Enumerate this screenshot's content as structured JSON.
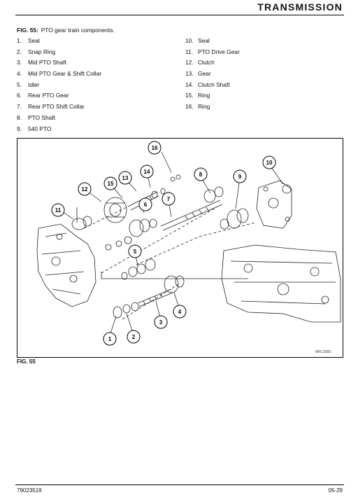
{
  "header": {
    "title": "TRANSMISSION"
  },
  "figure": {
    "caption_label": "FIG. 55:",
    "caption_text": "PTO gear train components.",
    "label": "FIG. 55",
    "drawing_code": "MFC3383"
  },
  "parts_left": [
    {
      "num": "1.",
      "name": "Seal"
    },
    {
      "num": "2.",
      "name": "Snap Ring"
    },
    {
      "num": "3.",
      "name": "Mid PTO Shaft"
    },
    {
      "num": "4.",
      "name": "Mid PTO Gear & Shift Collar"
    },
    {
      "num": "5.",
      "name": "Idler"
    },
    {
      "num": "6.",
      "name": "Rear PTO Gear"
    },
    {
      "num": "7.",
      "name": "Rear PTO Shift Collar"
    },
    {
      "num": "8.",
      "name": "PTO Shaft"
    },
    {
      "num": "9.",
      "name": "540 PTO"
    }
  ],
  "parts_right": [
    {
      "num": "10.",
      "name": "Seal"
    },
    {
      "num": "11.",
      "name": "PTO Drive Gear"
    },
    {
      "num": "12.",
      "name": "Clutch"
    },
    {
      "num": "13.",
      "name": "Gear"
    },
    {
      "num": "14.",
      "name": "Clutch Shaft"
    },
    {
      "num": "15.",
      "name": "Ring"
    },
    {
      "num": "16.",
      "name": "Ring"
    }
  ],
  "callouts": [
    "1",
    "2",
    "3",
    "4",
    "5",
    "6",
    "7",
    "8",
    "9",
    "10",
    "11",
    "12",
    "13",
    "14",
    "15",
    "16"
  ],
  "footer": {
    "doc_number": "79023519",
    "page_number": "05-29"
  }
}
